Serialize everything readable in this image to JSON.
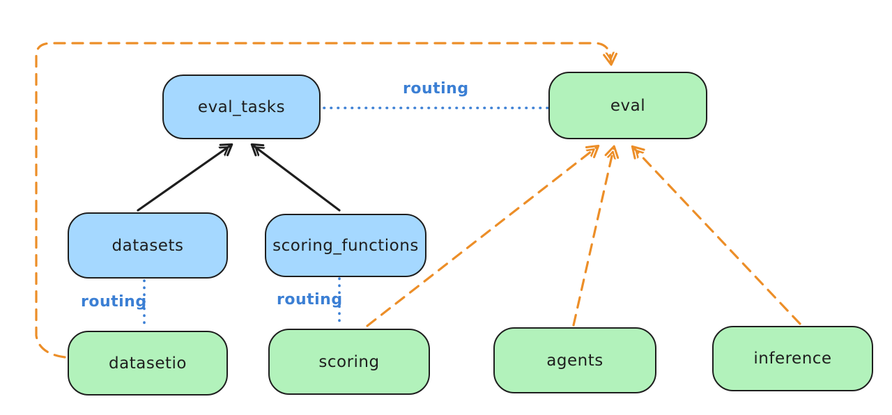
{
  "diagram": {
    "nodes": {
      "eval_tasks": {
        "label": "eval_tasks",
        "fill": "#a5d8ff"
      },
      "eval": {
        "label": "eval",
        "fill": "#b2f2bb"
      },
      "datasets": {
        "label": "datasets",
        "fill": "#a5d8ff"
      },
      "scoring_functions": {
        "label": "scoring_functions",
        "fill": "#a5d8ff"
      },
      "datasetio": {
        "label": "datasetio",
        "fill": "#b2f2bb"
      },
      "scoring": {
        "label": "scoring",
        "fill": "#b2f2bb"
      },
      "agents": {
        "label": "agents",
        "fill": "#b2f2bb"
      },
      "inference": {
        "label": "inference",
        "fill": "#b2f2bb"
      }
    },
    "routing_labels": {
      "eval_tasks_to_eval": "routing",
      "datasets_to_datasetio": "routing",
      "scoring_functions_to_scoring": "routing"
    },
    "edges": [
      {
        "from": "datasets",
        "to": "eval_tasks",
        "style": "solid-arrow",
        "color": "#1e1e1e"
      },
      {
        "from": "scoring_functions",
        "to": "eval_tasks",
        "style": "solid-arrow",
        "color": "#1e1e1e"
      },
      {
        "from": "eval_tasks",
        "to": "eval",
        "style": "dotted-line",
        "color": "#3b7fd4",
        "label": "routing"
      },
      {
        "from": "datasets",
        "to": "datasetio",
        "style": "dotted-line",
        "color": "#3b7fd4",
        "label": "routing"
      },
      {
        "from": "scoring_functions",
        "to": "scoring",
        "style": "dotted-line",
        "color": "#3b7fd4",
        "label": "routing"
      },
      {
        "from": "datasetio",
        "to": "eval",
        "style": "dashed-arrow",
        "color": "#ec8e28",
        "route": "left-and-over-top"
      },
      {
        "from": "scoring",
        "to": "eval",
        "style": "dashed-arrow",
        "color": "#ec8e28"
      },
      {
        "from": "agents",
        "to": "eval",
        "style": "dashed-arrow",
        "color": "#ec8e28"
      },
      {
        "from": "inference",
        "to": "eval",
        "style": "dashed-arrow",
        "color": "#ec8e28"
      }
    ],
    "colors": {
      "blue_node_fill": "#a5d8ff",
      "green_node_fill": "#b2f2bb",
      "node_stroke": "#1e1e1e",
      "routing_blue": "#3b7fd4",
      "orange_dashed": "#ec8e28",
      "background": "#ffffff"
    }
  }
}
